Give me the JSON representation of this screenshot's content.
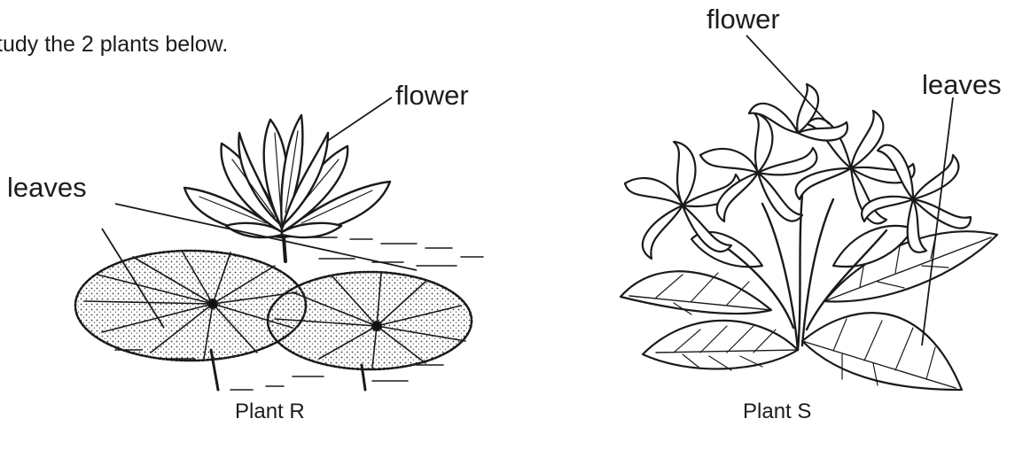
{
  "instruction": "tudy the 2 plants below.",
  "plants": [
    {
      "caption": "Plant R",
      "labels": {
        "flower": "flower",
        "leaves": "leaves"
      }
    },
    {
      "caption": "Plant S",
      "labels": {
        "flower": "flower",
        "leaves": "leaves"
      }
    }
  ]
}
